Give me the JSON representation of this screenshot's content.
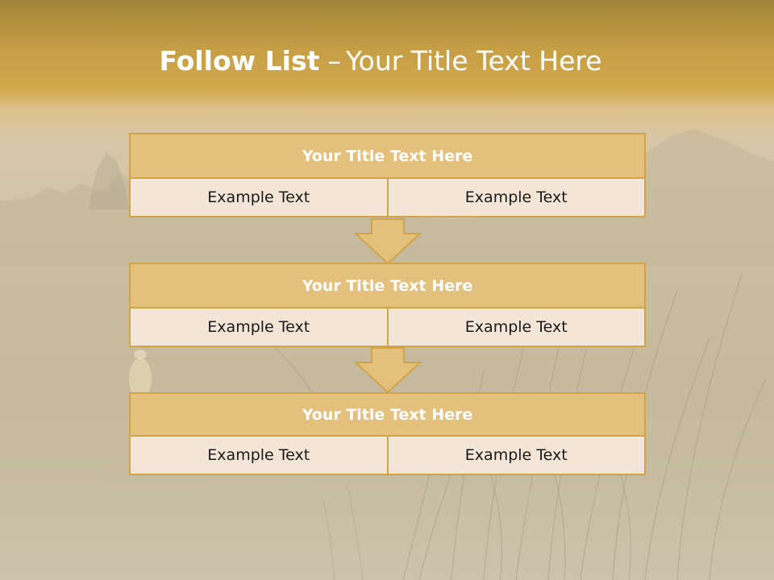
{
  "title": {
    "main": "Follow List",
    "separator": "–",
    "sub": "Your Title Text Here"
  },
  "steps": [
    {
      "title": "Your Title Text Here",
      "cells": [
        "Example Text",
        "Example Text"
      ]
    },
    {
      "title": "Your Title Text Here",
      "cells": [
        "Example Text",
        "Example Text"
      ]
    },
    {
      "title": "Your Title Text Here",
      "cells": [
        "Example Text",
        "Example Text"
      ]
    }
  ],
  "colors": {
    "header_fill": "#e4c07d",
    "border": "#d2a445",
    "cell_fill": "#f4e6d6",
    "title_text": "#ffffff"
  },
  "background": "misty-lake-at-sunset-photo"
}
